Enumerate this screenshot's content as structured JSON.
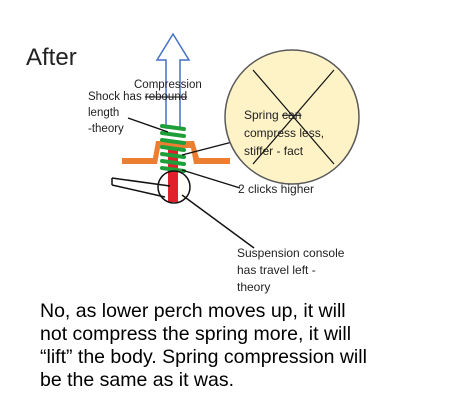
{
  "title": "After",
  "labels": {
    "compression": "Compression",
    "shock_line1_prefix": "Shock has ",
    "shock_line1_struck": "rebound",
    "shock_line2": "length",
    "shock_line3": "-theory",
    "spring_line1_prefix": "Spring ",
    "spring_line1_struck": "can",
    "spring_line2": "compress less,",
    "spring_line3": "stiffer - fact",
    "clicks": "2 clicks higher",
    "console_line1": "Suspension console",
    "console_line2": "has travel left -",
    "console_line3": "theory"
  },
  "caption": {
    "line1": "No, as lower perch moves up, it will",
    "line2": "not compress the spring more, it will",
    "line3": "“lift” the body.  Spring compression will",
    "line4": "be the same as it was."
  },
  "colors": {
    "arrow": "#4472c4",
    "bracket": "#ed7d31",
    "spring": "#1f9e3a",
    "shock": "#e0202a",
    "circle_fill": "#fdf3c7",
    "circle_stroke": "#5a5a5a"
  }
}
